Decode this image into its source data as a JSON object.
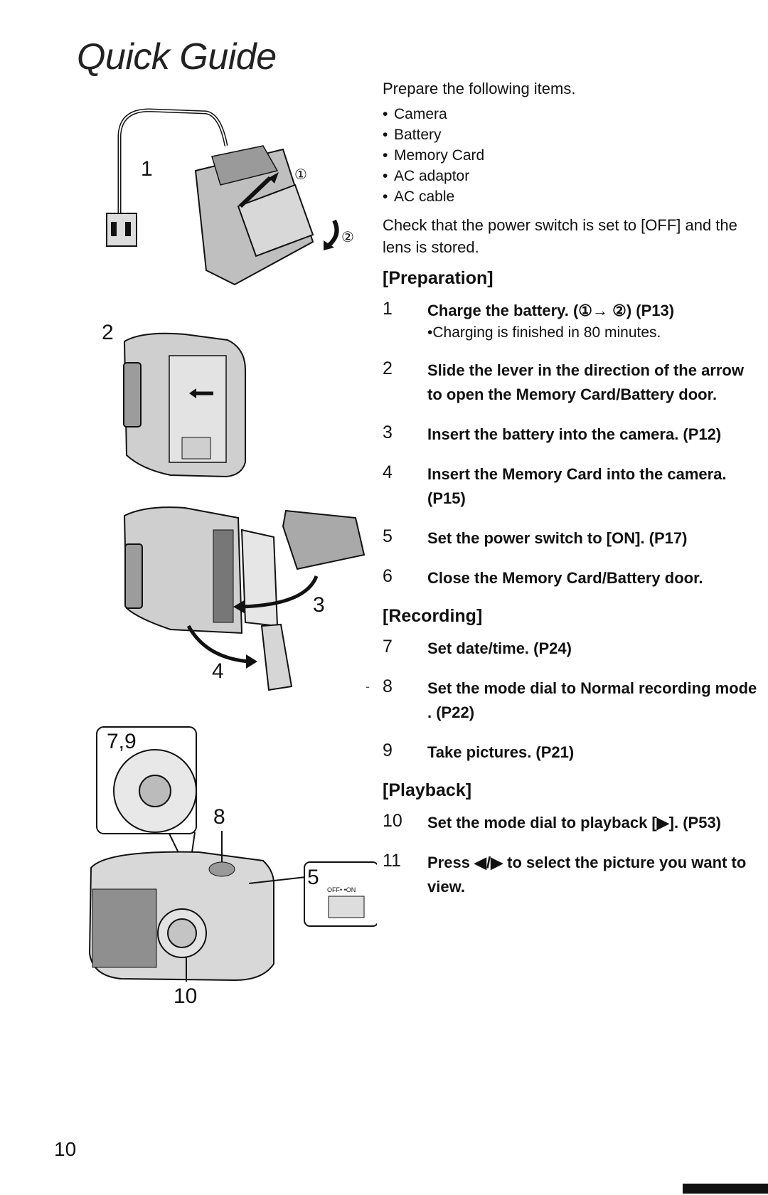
{
  "page": {
    "title": "Quick Guide",
    "page_number": "10"
  },
  "illustrations": {
    "fig1_label": "1",
    "fig1_mark_a": "①",
    "fig1_mark_b": "②",
    "fig2_label": "2",
    "fig3_label": "3",
    "fig4_label": "4",
    "fig5_label_dial": "7,9",
    "fig5_label_shutter": "8",
    "fig5_label_switch": "5",
    "fig5_label_switch_text": "OFF• •ON",
    "fig5_label_zoom": "10"
  },
  "intro": {
    "text": "Prepare the following items.",
    "items": [
      "Camera",
      "Battery",
      "Memory Card",
      "AC adaptor",
      "AC cable"
    ],
    "note": "Check that the power switch is set to [OFF] and the lens is stored."
  },
  "sections": {
    "preparation": "[Preparation]",
    "recording": "[Recording]",
    "playback": "[Playback]"
  },
  "steps": [
    {
      "num": "1",
      "text": "Charge the battery. (①→ ②) (P13)",
      "sub": "•Charging is finished in 80 minutes."
    },
    {
      "num": "2",
      "text": "Slide the lever in the direction of the arrow to open the Memory Card/Battery door."
    },
    {
      "num": "3",
      "text": "Insert the battery into the camera. (P12)"
    },
    {
      "num": "4",
      "text": "Insert the Memory Card into the camera. (P15)"
    },
    {
      "num": "5",
      "text": "Set the power switch to [ON]. (P17)"
    },
    {
      "num": "6",
      "text": "Close the Memory Card/Battery door."
    },
    {
      "num": "7",
      "text": "Set date/time. (P24)"
    },
    {
      "num": "8",
      "text": "Set the mode dial to Normal recording mode . (P22)"
    },
    {
      "num": "9",
      "text": "Take pictures. (P21)"
    },
    {
      "num": "10",
      "text": "Set the mode dial to playback [▶]. (P53)"
    },
    {
      "num": "11",
      "text": "Press ◀/▶ to select the picture you want to view."
    }
  ]
}
